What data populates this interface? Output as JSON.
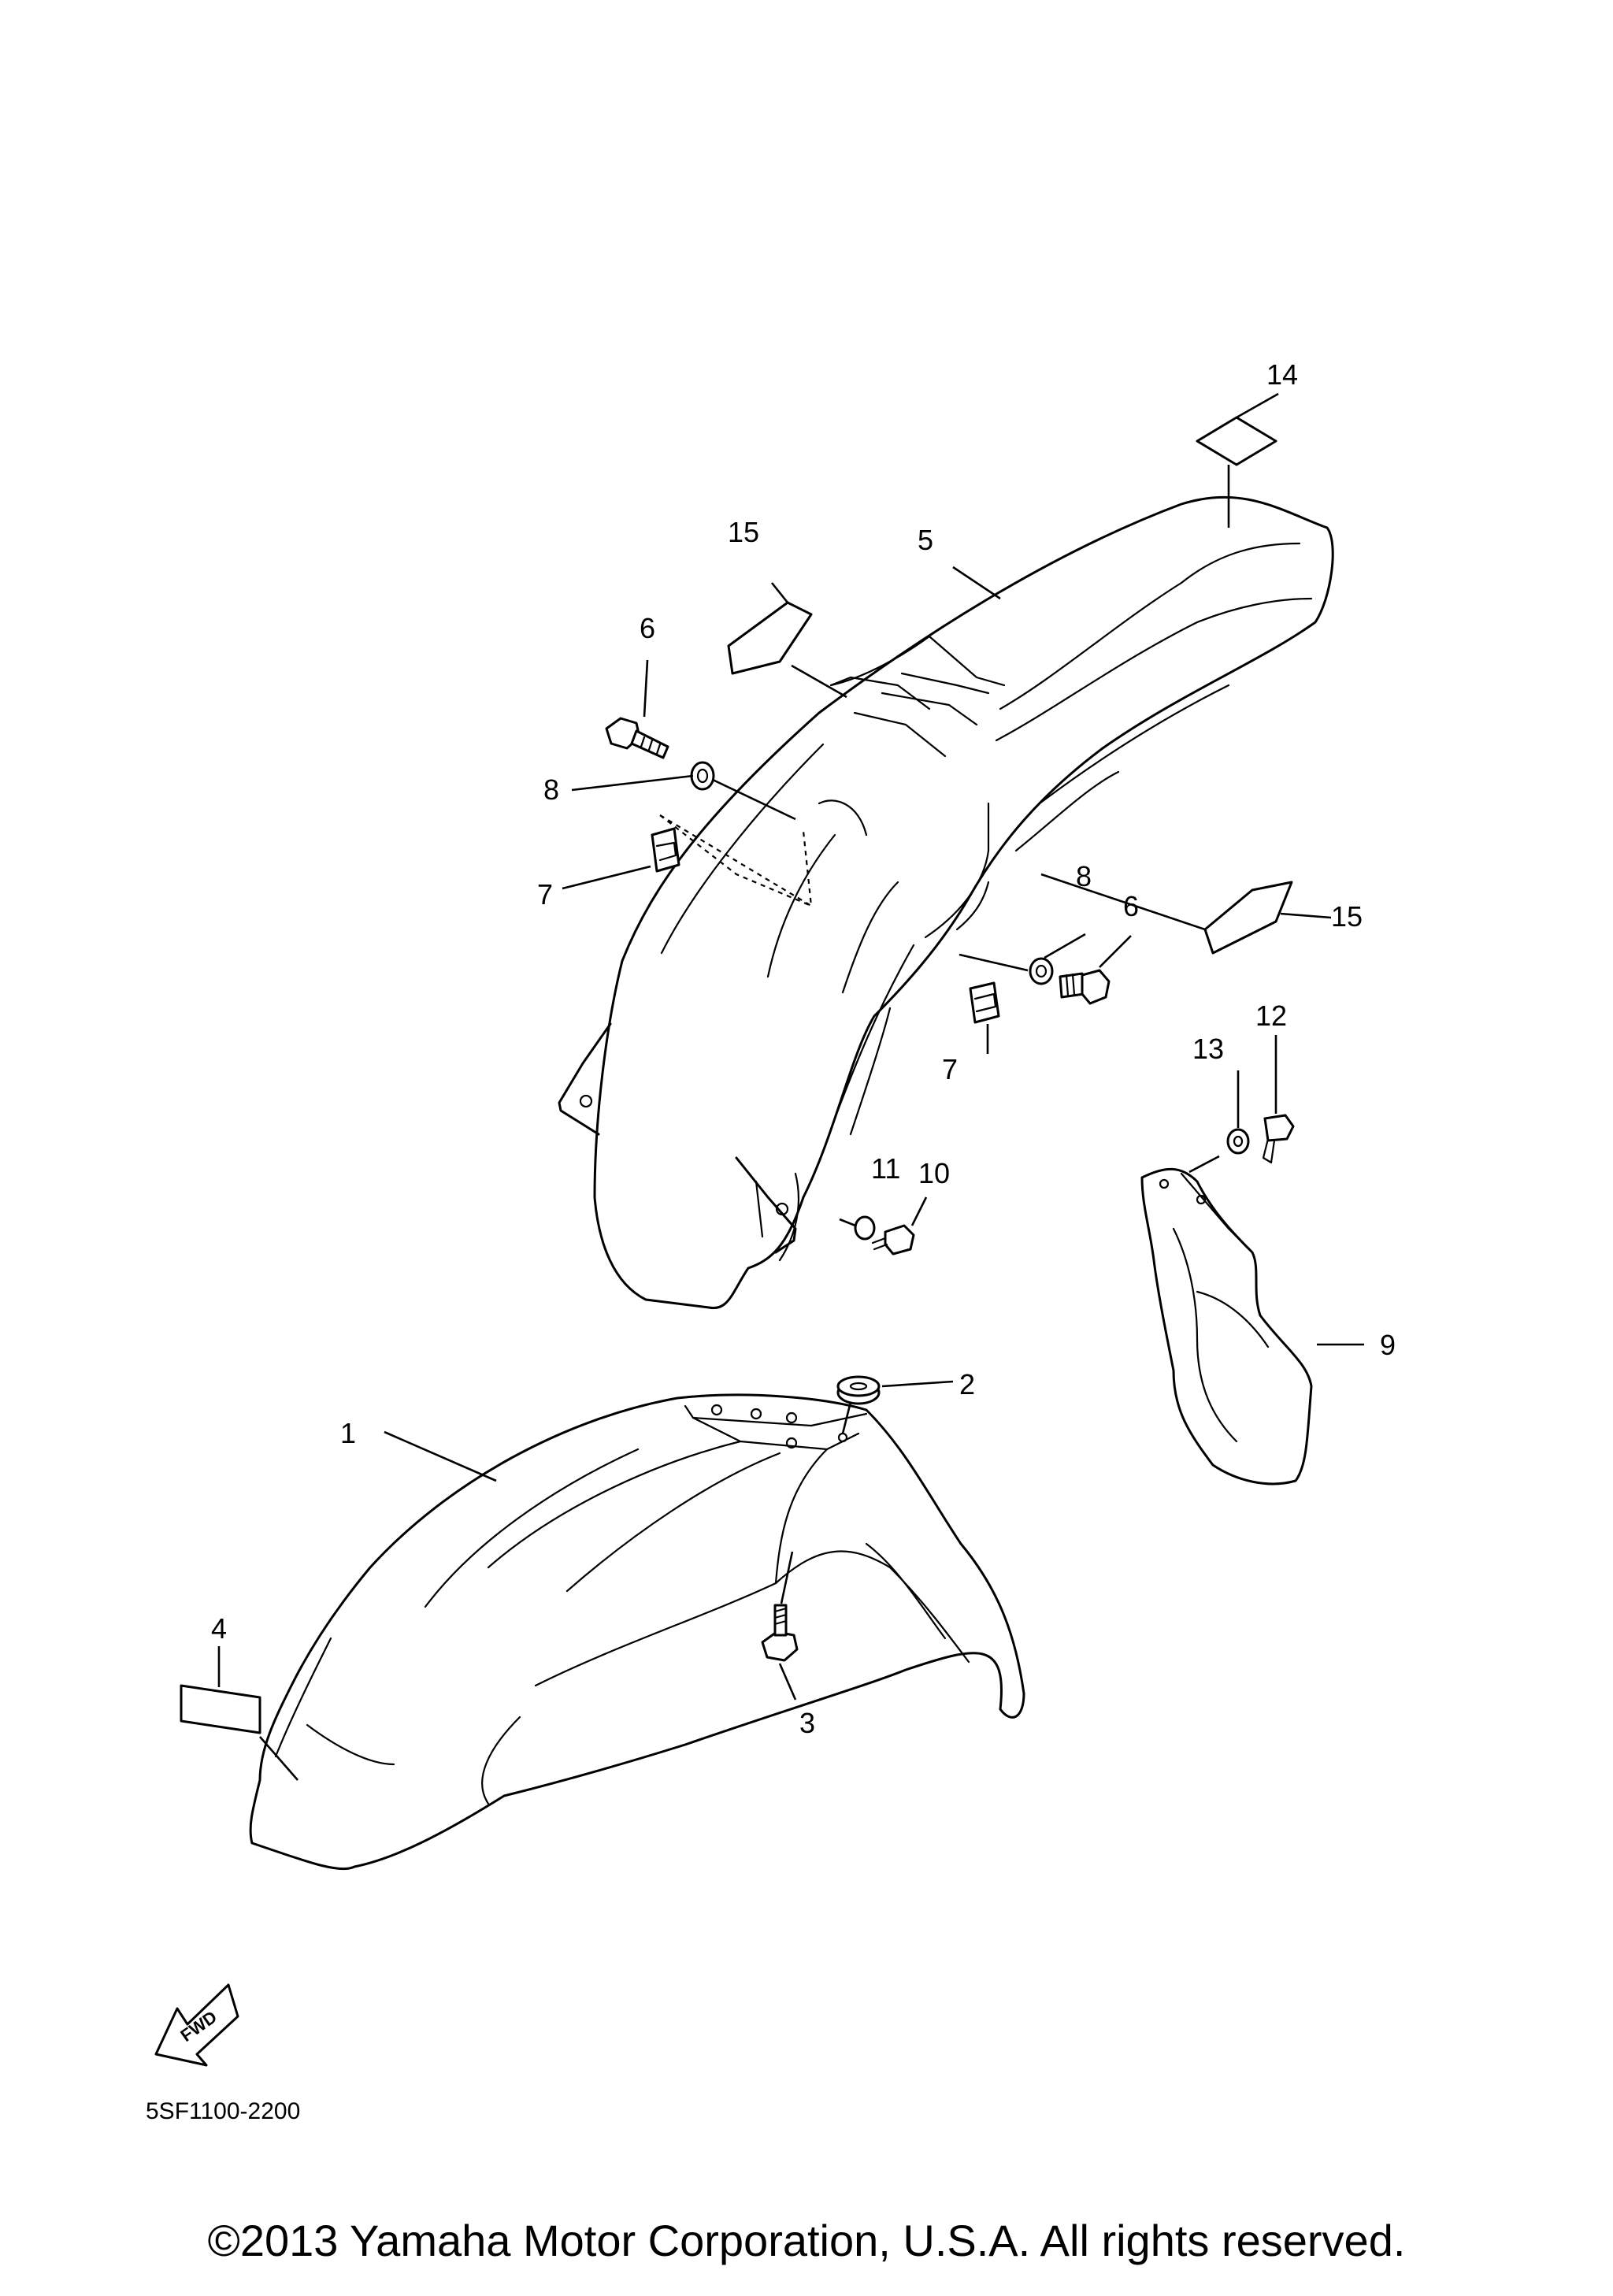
{
  "diagram": {
    "parts": [
      {
        "number": "1",
        "key": "front-fender"
      },
      {
        "number": "2",
        "key": "grommet"
      },
      {
        "number": "3",
        "key": "front-fender-bolt"
      },
      {
        "number": "4",
        "key": "front-fender-label"
      },
      {
        "number": "5",
        "key": "rear-fender"
      },
      {
        "number": "6",
        "key": "rear-fender-bolt"
      },
      {
        "number": "7",
        "key": "nut-clip"
      },
      {
        "number": "8",
        "key": "collar"
      },
      {
        "number": "9",
        "key": "mudguard"
      },
      {
        "number": "10",
        "key": "mudguard-screw"
      },
      {
        "number": "11",
        "key": "mudguard-washer"
      },
      {
        "number": "12",
        "key": "mudguard-upper-screw"
      },
      {
        "number": "13",
        "key": "mudguard-upper-washer"
      },
      {
        "number": "14",
        "key": "rear-fender-label"
      },
      {
        "number": "15",
        "key": "side-label"
      }
    ],
    "fwd_label": "FWD",
    "reference_code": "5SF1100-2200",
    "copyright": "©2013 Yamaha Motor Corporation, U.S.A. All rights reserved."
  }
}
